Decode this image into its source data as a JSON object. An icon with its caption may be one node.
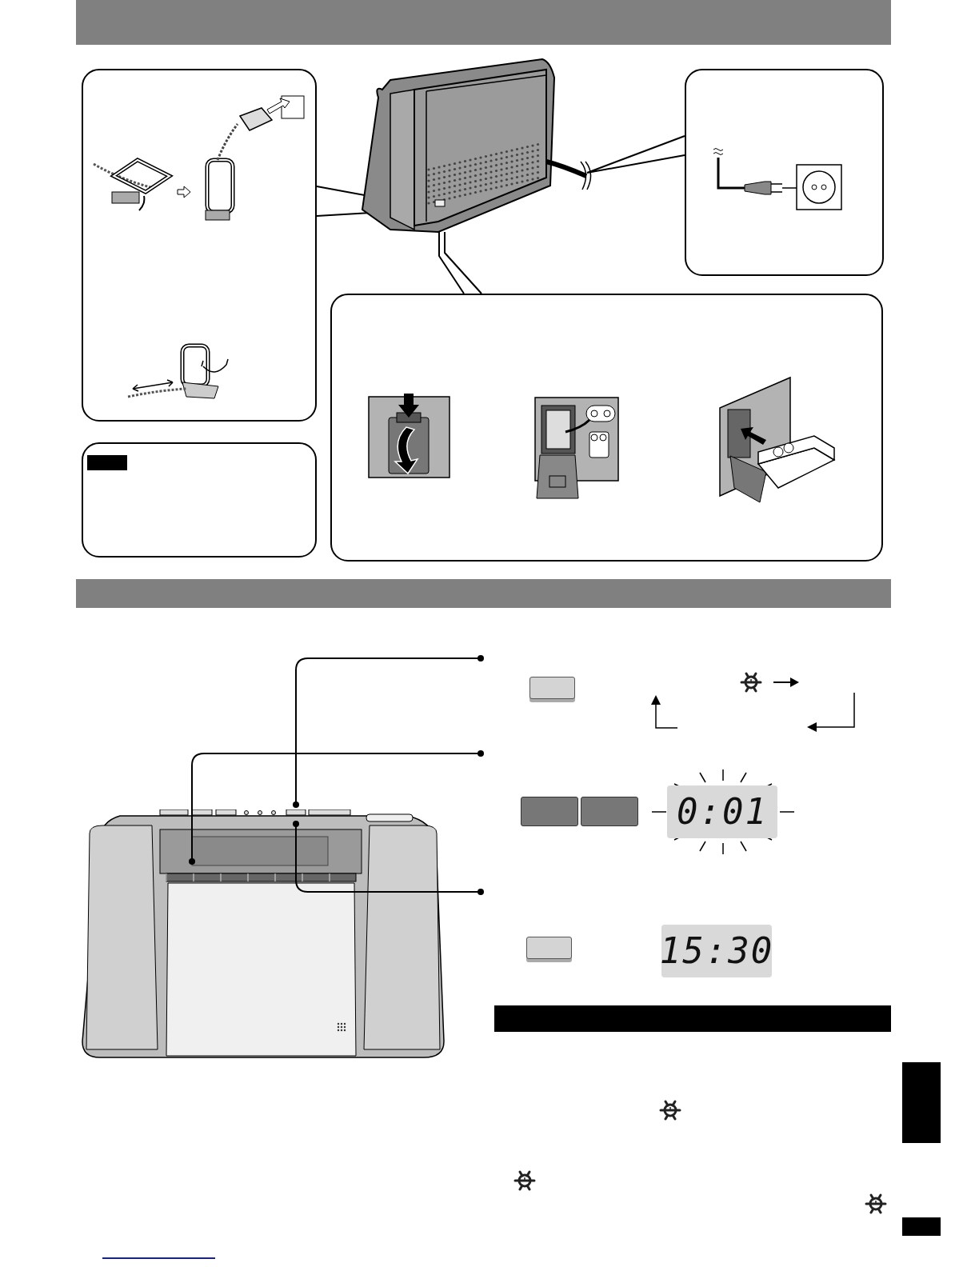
{
  "diagram": {
    "nodes": [
      {
        "text": [],
        "shape": "bar"
      },
      {
        "text": [],
        "shape": "bar"
      }
    ],
    "labels": [
      "0:01",
      "15:30"
    ]
  }
}
